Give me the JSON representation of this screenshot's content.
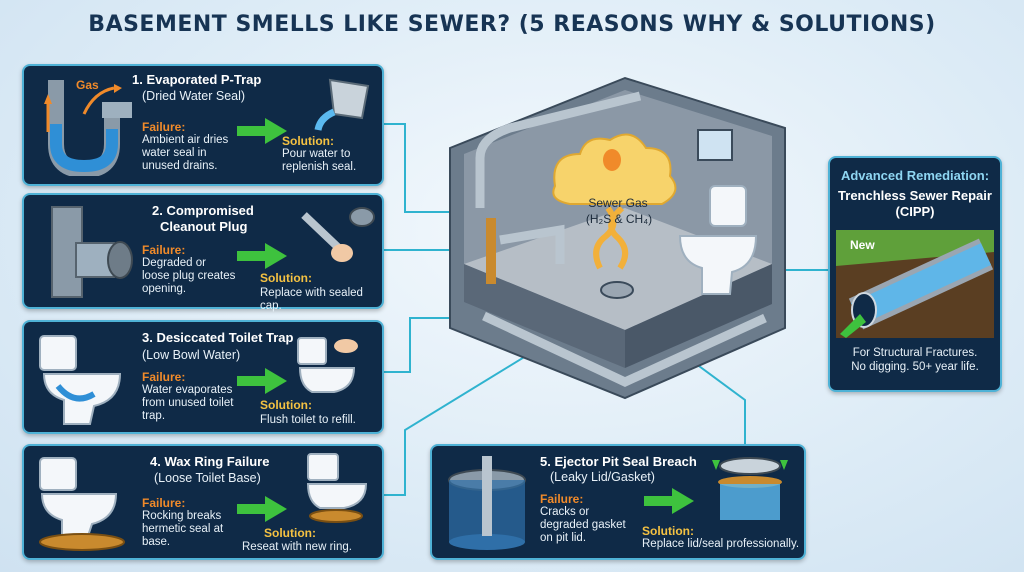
{
  "title": "BASEMENT SMELLS LIKE SEWER? (5 REASONS WHY & SOLUTIONS)",
  "reasons": [
    {
      "title": "1. Evaporated P-Trap",
      "subtitle": "(Dried Water Seal)",
      "failure_label": "Failure:",
      "failure_lines": [
        "Ambient air dries",
        "water seal in",
        "unused drains."
      ],
      "solution_label": "Solution:",
      "solution_lines": [
        "Pour water to",
        "replenish seal."
      ],
      "icon_label": "Gas"
    },
    {
      "title": "2. Compromised",
      "title2": "Cleanout Plug",
      "failure_label": "Failure:",
      "failure_lines": [
        "Degraded or",
        "loose plug creates",
        "opening."
      ],
      "solution_label": "Solution:",
      "solution_lines": [
        "Replace with sealed cap."
      ]
    },
    {
      "title": "3. Desiccated Toilet Trap",
      "subtitle": "(Low Bowl Water)",
      "failure_label": "Failure:",
      "failure_lines": [
        "Water evaporates",
        "from unused toilet",
        "trap."
      ],
      "solution_label": "Solution:",
      "solution_lines": [
        "Flush toilet to refill."
      ]
    },
    {
      "title": "4. Wax Ring Failure",
      "subtitle": "(Loose Toilet Base)",
      "failure_label": "Failure:",
      "failure_lines": [
        "Rocking breaks",
        "hermetic seal at",
        "base."
      ],
      "solution_label": "Solution:",
      "solution_lines": [
        "Reseat with new ring."
      ]
    },
    {
      "title": "5. Ejector Pit Seal Breach",
      "subtitle": "(Leaky Lid/Gasket)",
      "failure_label": "Failure:",
      "failure_lines": [
        "Cracks or",
        "degraded gasket",
        "on pit lid."
      ],
      "solution_label": "Solution:",
      "solution_lines": [
        "Replace lid/seal professionally."
      ]
    }
  ],
  "center": {
    "gas_title": "Sewer Gas",
    "gas_formula": "(H₂S & CH₄)"
  },
  "advanced": {
    "heading": "Advanced Remediation:",
    "title": "Trenchless Sewer Repair",
    "title2": "(CIPP)",
    "pipe_label": "New",
    "footer_lines": [
      "For Structural Fractures.",
      "No digging. 50+ year life."
    ]
  },
  "colors": {
    "card_bg": "#0f2a47",
    "card_border": "#4fb2d6",
    "failure": "#f08a2a",
    "solution": "#f5c242",
    "arrow": "#3ec23e",
    "title": "#173454"
  }
}
